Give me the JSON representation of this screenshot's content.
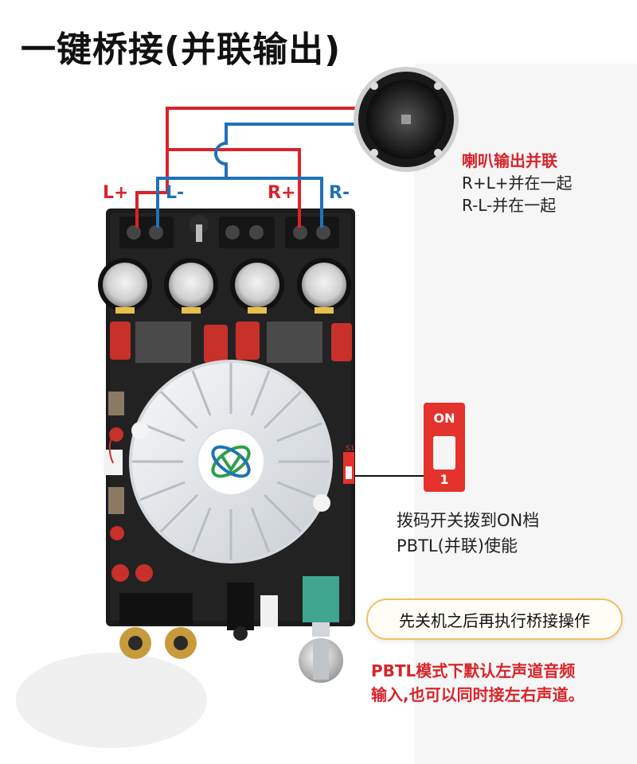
{
  "title": "一键桥接(并联输出)",
  "terminals": {
    "l_plus": "L+",
    "l_minus": "L-",
    "r_plus": "R+",
    "r_minus": "R-"
  },
  "speaker_note": {
    "heading": "喇叭输出并联",
    "line1": "R+L+并在一起",
    "line2": "R-L-并在一起"
  },
  "dip_switch": {
    "board_label": "S1",
    "zoom_label_on": "ON",
    "zoom_label_num": "1",
    "instruction_line1": "拨码开关拨到ON档",
    "instruction_line2": "PBTL(并联)使能"
  },
  "notice": "先关机之后再执行桥接操作",
  "pbtl_note": {
    "line1": "PBTL模式下默认左声道音频",
    "line2": "输入,也可以同时接左右声道。"
  },
  "colors": {
    "wire_red": "#d9232a",
    "wire_blue": "#1f72b8",
    "pcb": "#1b1b1b",
    "dip_switch": "#e4322c",
    "heatsink": "#e9ecef"
  },
  "icons": [
    "speaker-icon",
    "logo-icon"
  ]
}
